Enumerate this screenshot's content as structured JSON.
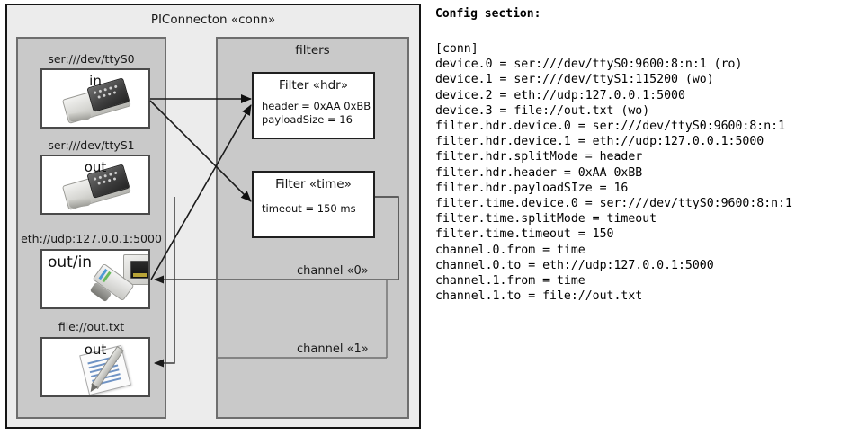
{
  "diagram": {
    "title": "PIConnecton «conn»",
    "devices_panel": {
      "name": "devices-group",
      "items": [
        {
          "caption": "ser:///dev/ttyS0",
          "label": "in",
          "icon": "serial-port-icon"
        },
        {
          "caption": "ser:///dev/ttyS1",
          "label": "out",
          "icon": "serial-port-icon"
        },
        {
          "caption": "eth://udp:127.0.0.1:5000",
          "label": "out/in",
          "icon": "ethernet-port-icon"
        },
        {
          "caption": "file://out.txt",
          "label": "out",
          "icon": "text-file-icon"
        }
      ]
    },
    "filters_panel": {
      "title": "filters",
      "filters": [
        {
          "title": "Filter «hdr»",
          "attrs": [
            "header = 0xAA 0xBB",
            "payloadSize = 16"
          ]
        },
        {
          "title": "Filter «time»",
          "attrs": [
            "timeout = 150 ms"
          ]
        }
      ],
      "channels": [
        {
          "label": "channel «0»"
        },
        {
          "label": "channel «1»"
        }
      ]
    },
    "colors": {
      "outer_bg": "#ececec",
      "panel_bg": "#c9c9c9",
      "panel_border": "#6e6e6e",
      "outer_border": "#151515",
      "box_bg": "#ffffff",
      "edge": "#1a1a1a"
    }
  },
  "config": {
    "heading": "Config section:",
    "lines": [
      "[conn]",
      "device.0 = ser:///dev/ttyS0:9600:8:n:1 (ro)",
      "device.1 = ser:///dev/ttyS1:115200 (wo)",
      "device.2 = eth://udp:127.0.0.1:5000",
      "device.3 = file://out.txt (wo)",
      "filter.hdr.device.0 = ser:///dev/ttyS0:9600:8:n:1",
      "filter.hdr.device.1 = eth://udp:127.0.0.1:5000",
      "filter.hdr.splitMode = header",
      "filter.hdr.header = 0xAA 0xBB",
      "filter.hdr.payloadSIze = 16",
      "filter.time.device.0 = ser:///dev/ttyS0:9600:8:n:1",
      "filter.time.splitMode = timeout",
      "filter.time.timeout = 150",
      "channel.0.from = time",
      "channel.0.to = eth://udp:127.0.0.1:5000",
      "channel.1.from = time",
      "channel.1.to = file://out.txt"
    ]
  }
}
